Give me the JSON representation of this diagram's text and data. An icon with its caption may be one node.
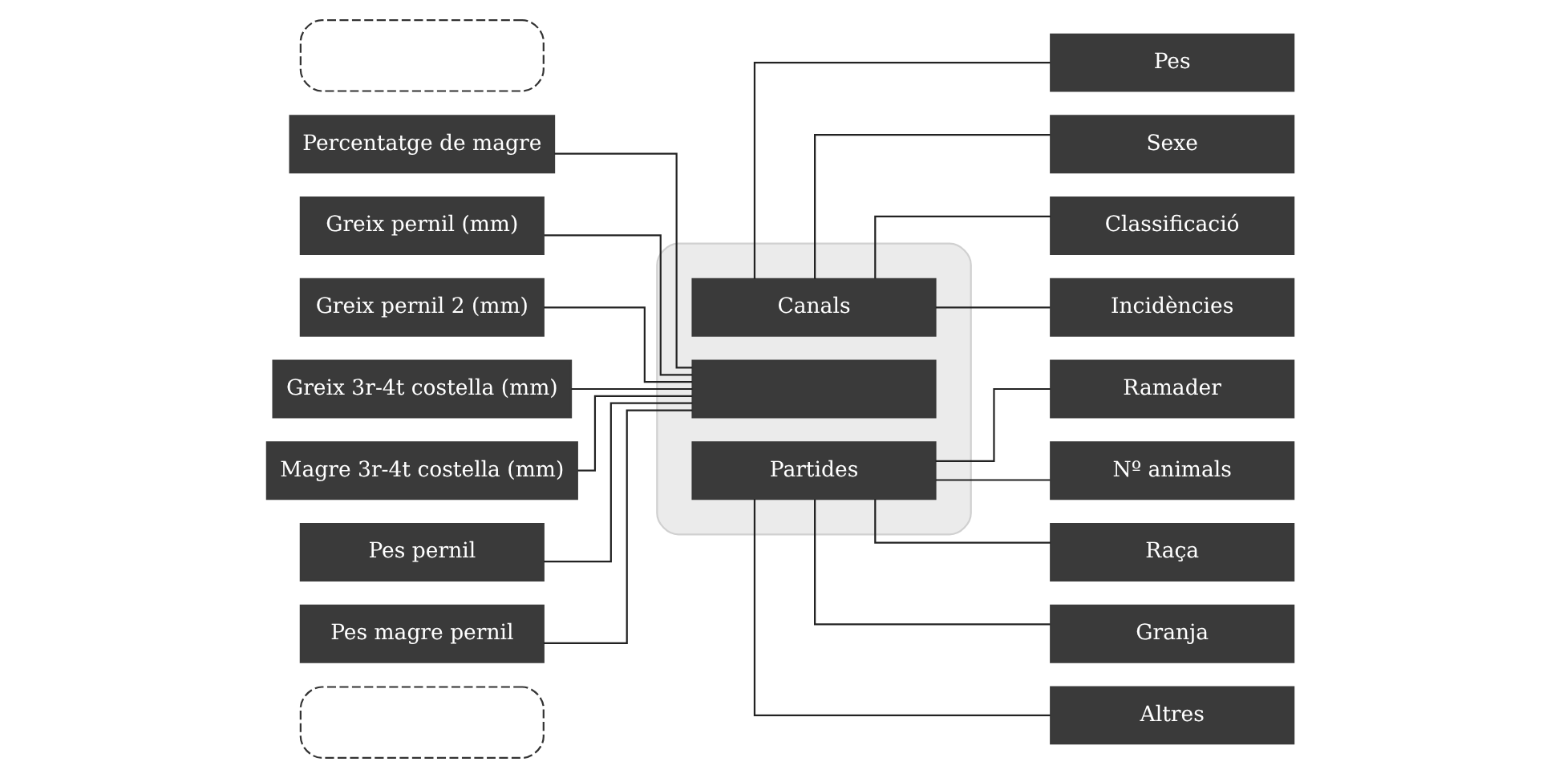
{
  "diagram": {
    "nodes": [
      {
        "text": [],
        "shape": "box"
      },
      {
        "text": [
          "Percentatge de magre"
        ]
      },
      {
        "text": [
          "Greix pernil (mm)"
        ]
      },
      {
        "text": [
          "Greix pernil 2 (mm)"
        ]
      },
      {
        "text": [
          "Greix 3r-4t costella (mm)"
        ]
      },
      {
        "text": [
          "Magre 3r-4t costella (mm)"
        ]
      },
      {
        "text": [
          "Pes pernil"
        ]
      },
      {
        "text": [
          "Pes magre pernil"
        ]
      },
      {
        "text": [],
        "shape": "box"
      },
      {
        "text": [
          "Canals"
        ],
        "in": 8
      },
      {
        "text": [],
        "shape": "box",
        "in": 8
      },
      {
        "text": [
          "Partides"
        ],
        "in": 8
      },
      {
        "text": [
          "Pes"
        ]
      },
      {
        "text": [
          "Sexe"
        ]
      },
      {
        "text": [
          "Classificació"
        ]
      },
      {
        "text": [
          "Incidències"
        ]
      },
      {
        "text": [
          "Ramader"
        ]
      },
      {
        "text": [
          "Nº animals"
        ]
      },
      {
        "text": [
          "Raça"
        ]
      },
      {
        "text": [
          "Granja"
        ]
      },
      {
        "text": [
          "Altres"
        ]
      },
      {
        "text": [],
        "shape": "box"
      }
    ],
    "edges": [
      {
        "from": 1,
        "to": 10,
        "arrow": "none"
      },
      {
        "from": 2,
        "to": 10,
        "arrow": "none"
      },
      {
        "from": 3,
        "to": 10,
        "arrow": "none"
      },
      {
        "from": 4,
        "to": 10,
        "arrow": "none"
      },
      {
        "from": 5,
        "to": 10,
        "arrow": "none"
      },
      {
        "from": 6,
        "to": 10,
        "arrow": "none"
      },
      {
        "from": 7,
        "to": 10,
        "arrow": "none"
      },
      {
        "from": 9,
        "to": 12,
        "arrow": "none"
      },
      {
        "from": 9,
        "to": 13,
        "arrow": "none"
      },
      {
        "from": 9,
        "to": 14,
        "arrow": "none"
      },
      {
        "from": 9,
        "to": 15,
        "arrow": "none"
      },
      {
        "from": 11,
        "to": 16,
        "arrow": "none"
      },
      {
        "from": 11,
        "to": 17,
        "arrow": "none"
      },
      {
        "from": 11,
        "to": 18,
        "arrow": "none"
      },
      {
        "from": 11,
        "to": 19,
        "arrow": "none"
      },
      {
        "from": 11,
        "to": 20,
        "arrow": "none"
      }
    ]
  }
}
